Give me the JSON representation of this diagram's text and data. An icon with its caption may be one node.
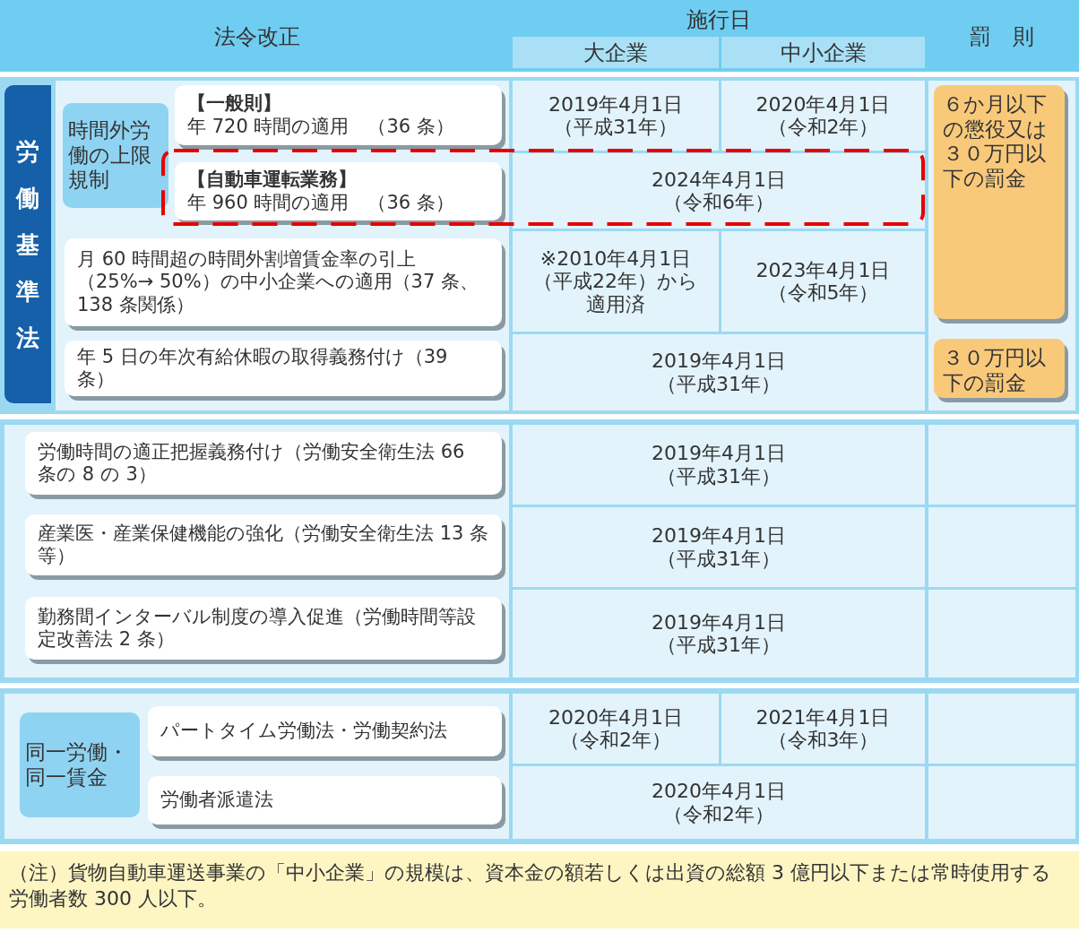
{
  "diagram": {
    "nodes": [
      {
        "text": [
          "労働基準法"
        ]
      },
      {
        "text": [
          "時間外労働の上限規制"
        ]
      },
      {
        "text": [
          "【一般則】",
          "年 720 時間の適用　（36 条）"
        ]
      },
      {
        "text": [
          "【自動車運転業務】",
          "年 960 時間の適用　（36 条）"
        ]
      },
      {
        "text": [
          "月 60 時間超の時間外割増賃金率の引上（25%→ 50%）の中小企業への適用（37 条、138 条関係）"
        ]
      },
      {
        "text": [
          "年 5 日の年次有給休暇の取得義務付け（39 条）"
        ]
      },
      {
        "text": [
          "６か月以下の懲役又は３０万円以下の罰金"
        ]
      },
      {
        "text": [
          "３０万円以下の罰金"
        ]
      },
      {
        "text": [
          "労働時間の適正把握義務付け（労働安全衛生法 66 条の 8 の 3）"
        ]
      },
      {
        "text": [
          "産業医・産業保健機能の強化（労働安全衛生法 13 条等）"
        ]
      },
      {
        "text": [
          "勤務間インターバル制度の導入促進（労働時間等設定改善法 2 条）"
        ]
      },
      {
        "text": [
          "同一労働・同一賃金"
        ]
      },
      {
        "text": [
          "パートタイム労働法・労働契約法"
        ]
      },
      {
        "text": [
          "労働者派遣法"
        ]
      },
      {
        "text": [
          "（注）貨物自動車運送事業の「中小企業」の規模は、資本金の額若しくは出資の総額 3 億円以下または常時使用する労働者数 300 人以下。"
        ]
      }
    ],
    "labels": [
      "法令改正",
      "施行日",
      "罰　則",
      "大企業",
      "中小企業",
      "2019年4月1日（平成31年）",
      "2020年4月1日（令和2年）",
      "2024年4月1日（令和6年）",
      "※2010年4月1日（平成22年）から適用済",
      "2023年4月1日（令和5年）",
      "2019年4月1日（平成31年）",
      "2019年4月1日（平成31年）",
      "2019年4月1日（平成31年）",
      "2019年4月1日（平成31年）",
      "2020年4月1日（令和2年）",
      "2021年4月1日（令和3年）",
      "2020年4月1日（令和2年）"
    ]
  }
}
